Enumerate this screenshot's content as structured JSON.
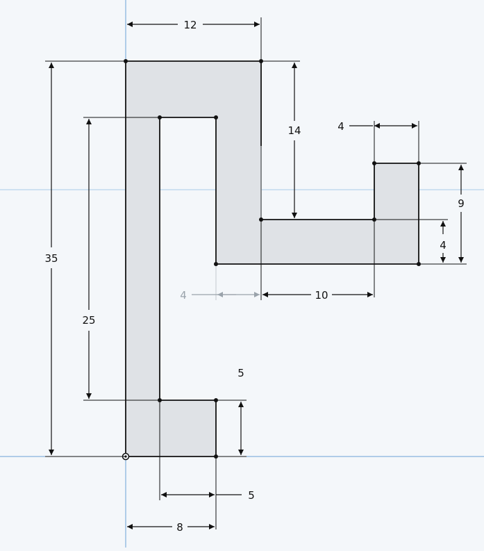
{
  "dimensions": {
    "top_width": "12",
    "total_height": "35",
    "inner_height": "25",
    "drop": "14",
    "hook_width": "4",
    "hook_height": "9",
    "arm_thickness": "4",
    "offset": "4",
    "arm_length": "10",
    "foot_height": "5",
    "foot_width": "5",
    "base_width": "8"
  },
  "colors": {
    "background": "#f4f7fa",
    "profile_fill": "#dfe2e6",
    "axis": "#6aa0d6",
    "inactive_dimension": "#9aa3ab"
  }
}
